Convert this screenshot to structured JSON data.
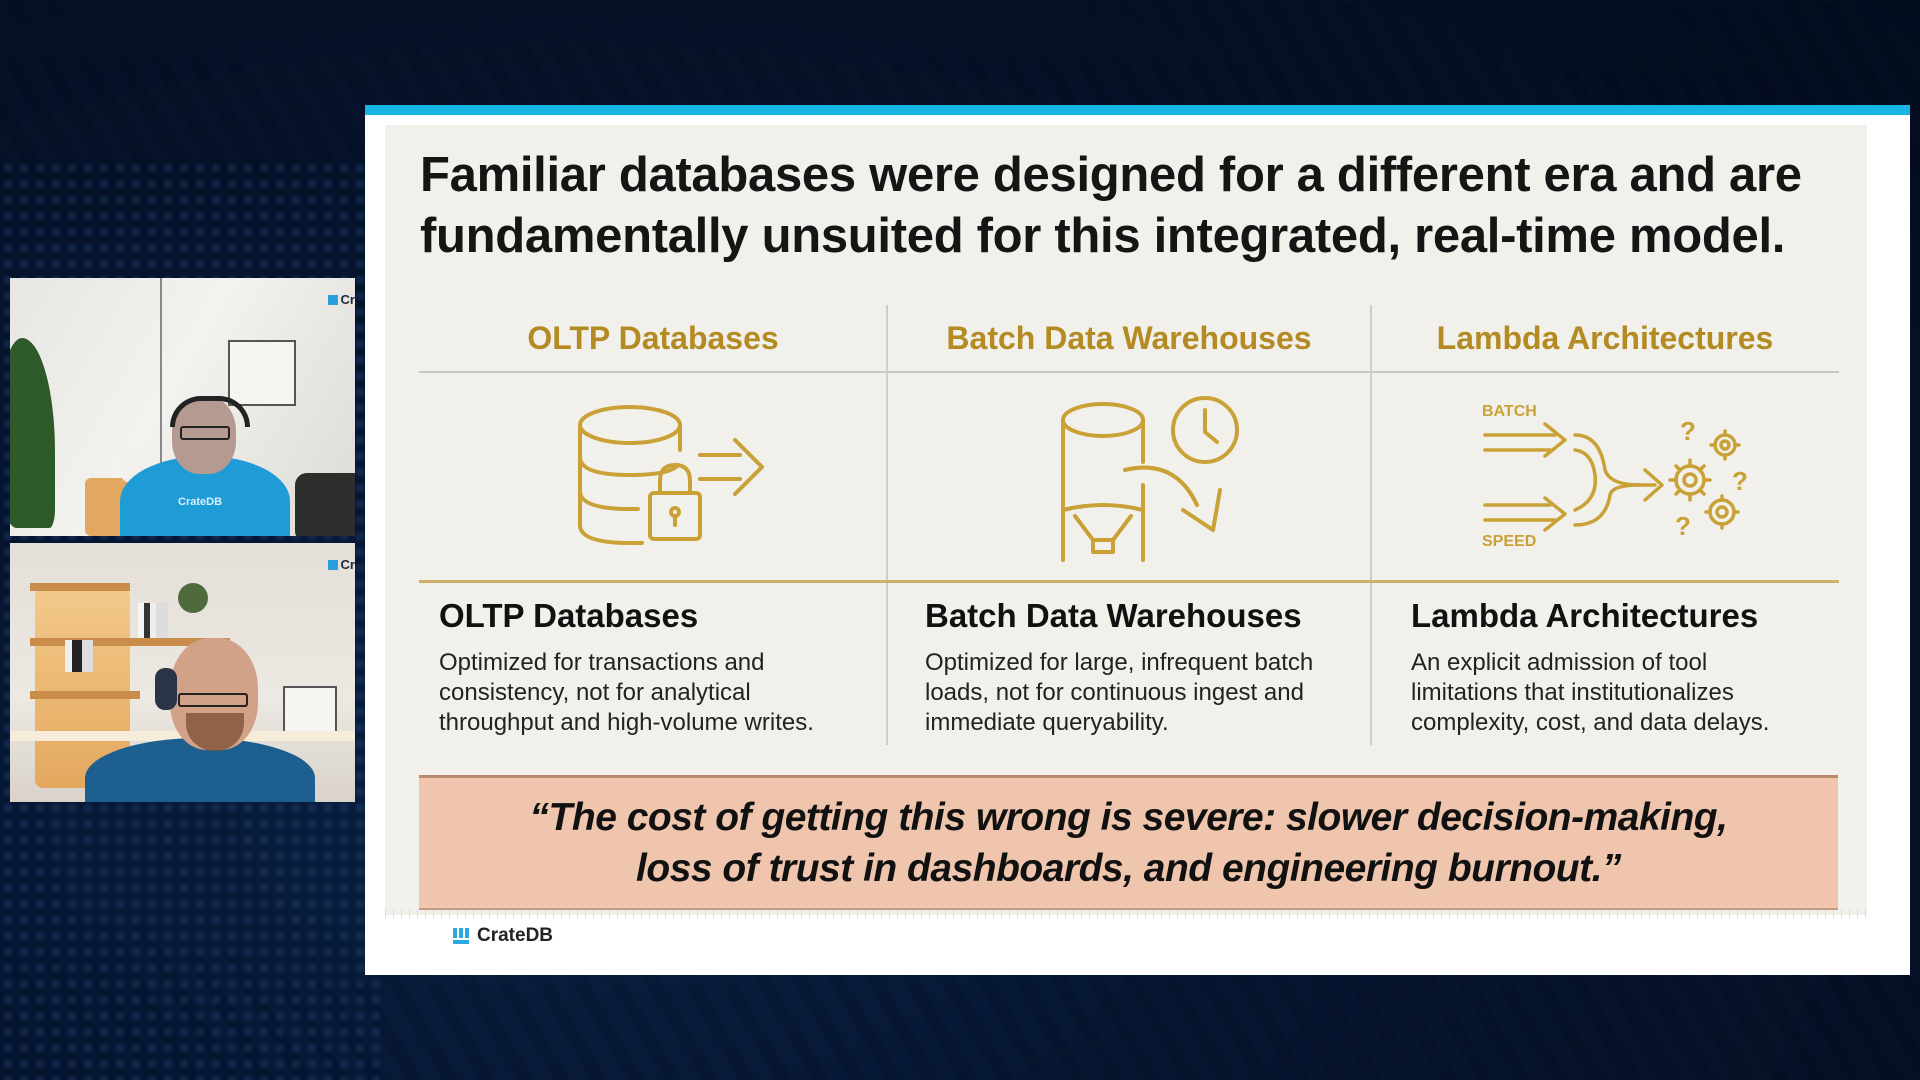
{
  "meeting": {
    "participants": [
      {
        "name_tag": "Cr",
        "brand": "CrateDB",
        "shirt_color": "#1f9bd6",
        "shirt_text": "CrateDB"
      },
      {
        "name_tag": "Cr",
        "brand": "CrateDB",
        "shirt_color": "#1d5f8f"
      }
    ]
  },
  "slide": {
    "title_line1": "Familiar databases were designed for a different era and are",
    "title_line2": "fundamentally unsuited for this integrated, real-time model.",
    "accent_color": "#18b4e4",
    "header_color": "#b48a22",
    "columns": [
      {
        "header": "OLTP Databases",
        "icon": "database-lock-arrow-icon",
        "card_title": "OLTP Databases",
        "body_lines": [
          "Optimized for transactions and",
          "consistency, not for analytical",
          "throughput and high-volume writes."
        ]
      },
      {
        "header": "Batch Data Warehouses",
        "icon": "silo-clock-arrow-icon",
        "card_title": "Batch Data Warehouses",
        "body_lines": [
          "Optimized for large, infrequent batch",
          "loads, not for continuous ingest and",
          "immediate queryability."
        ]
      },
      {
        "header": "Lambda Architectures",
        "icon": "batch-speed-merge-gears-icon",
        "icon_labels": {
          "top": "BATCH",
          "bottom": "SPEED"
        },
        "card_title": "Lambda Architectures",
        "body_lines": [
          "An explicit admission of tool",
          "limitations that institutionalizes",
          "complexity, cost, and data delays."
        ]
      }
    ],
    "quote_line1": "“The cost of getting this wrong is severe: slower decision-making,",
    "quote_line2": "loss of trust in dashboards, and engineering burnout.”",
    "quote_bg": "#efc5ad",
    "footer_brand": "CrateDB"
  }
}
